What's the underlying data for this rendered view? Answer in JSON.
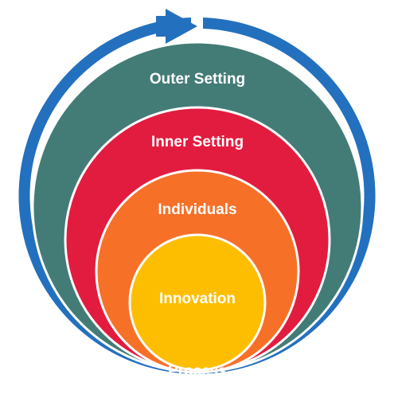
{
  "diagram": {
    "process_label": "Process",
    "rings": [
      {
        "label": "Outer Setting",
        "color": "#437C76"
      },
      {
        "label": "Inner Setting",
        "color": "#E21C3F"
      },
      {
        "label": "Individuals",
        "color": "#F77027"
      },
      {
        "label": "Innovation",
        "color": "#FDBE01"
      }
    ],
    "process_color": "#2370BF"
  }
}
